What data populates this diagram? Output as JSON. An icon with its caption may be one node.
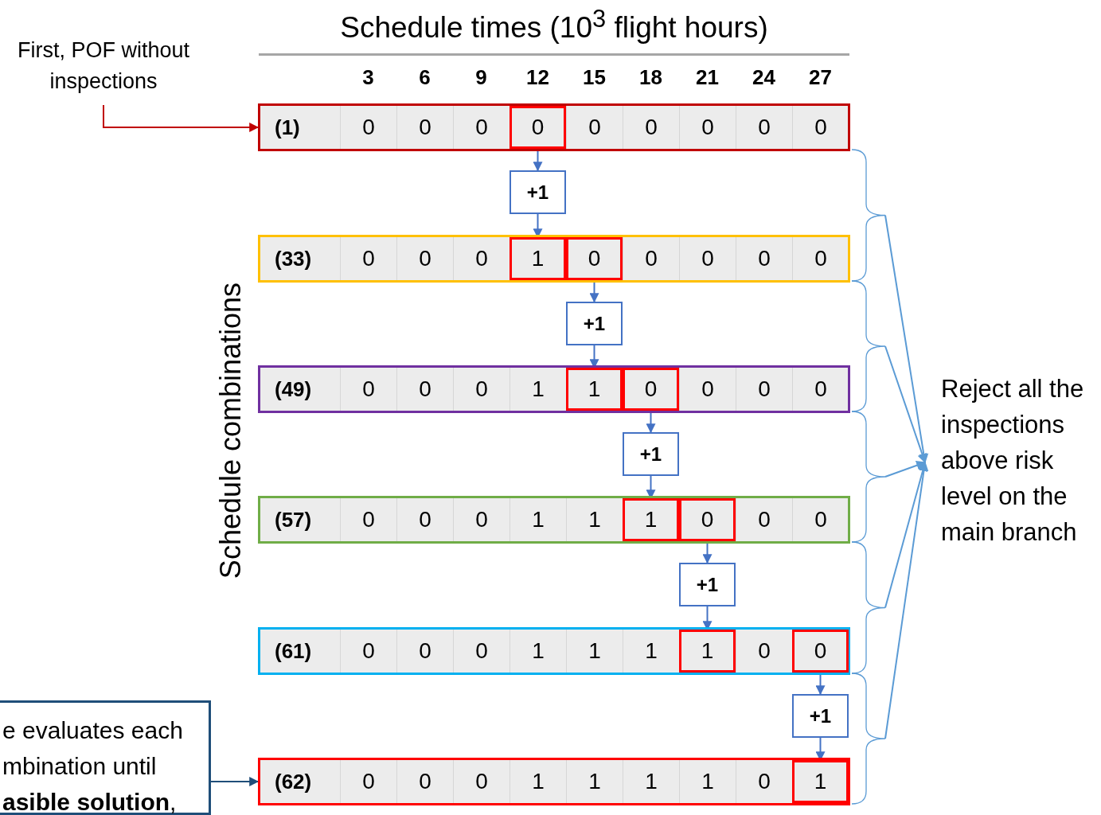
{
  "diagram": {
    "title": "Schedule times (10$^{3}$ flight hours)",
    "nodes": [
      {
        "text": [
          "First, POF without inspections"
        ]
      },
      {
        "text": [
          "(1)"
        ]
      },
      {
        "text": [
          "0"
        ],
        "in": 1
      },
      {
        "text": [
          "0"
        ],
        "in": 1
      },
      {
        "text": [
          "0"
        ],
        "in": 1
      },
      {
        "text": [
          "0"
        ],
        "in": 1
      },
      {
        "text": [
          "0"
        ],
        "in": 1
      },
      {
        "text": [
          "0"
        ],
        "in": 1
      },
      {
        "text": [
          "0"
        ],
        "in": 1
      },
      {
        "text": [
          "0"
        ],
        "in": 1
      },
      {
        "text": [
          "0"
        ],
        "in": 1
      },
      {
        "text": [
          "+1"
        ]
      },
      {
        "text": [
          "(33)"
        ]
      },
      {
        "text": [
          "0"
        ],
        "in": 12
      },
      {
        "text": [
          "0"
        ],
        "in": 12
      },
      {
        "text": [
          "0"
        ],
        "in": 12
      },
      {
        "text": [
          "1"
        ],
        "in": 12
      },
      {
        "text": [
          "0"
        ],
        "in": 12
      },
      {
        "text": [
          "0"
        ],
        "in": 12
      },
      {
        "text": [
          "0"
        ],
        "in": 12
      },
      {
        "text": [
          "0"
        ],
        "in": 12
      },
      {
        "text": [
          "0"
        ],
        "in": 12
      },
      {
        "text": [
          "+1"
        ]
      },
      {
        "text": [
          "(49)"
        ]
      },
      {
        "text": [
          "0"
        ],
        "in": 23
      },
      {
        "text": [
          "0"
        ],
        "in": 23
      },
      {
        "text": [
          "0"
        ],
        "in": 23
      },
      {
        "text": [
          "1"
        ],
        "in": 23
      },
      {
        "text": [
          "1"
        ],
        "in": 23
      },
      {
        "text": [
          "0"
        ],
        "in": 23
      },
      {
        "text": [
          "0"
        ],
        "in": 23
      },
      {
        "text": [
          "0"
        ],
        "in": 23
      },
      {
        "text": [
          "0"
        ],
        "in": 23
      },
      {
        "text": [
          "+1"
        ]
      },
      {
        "text": [
          "(57)"
        ]
      },
      {
        "text": [
          "0"
        ],
        "in": 34
      },
      {
        "text": [
          "0"
        ],
        "in": 34
      },
      {
        "text": [
          "0"
        ],
        "in": 34
      },
      {
        "text": [
          "1"
        ],
        "in": 34
      },
      {
        "text": [
          "1"
        ],
        "in": 34
      },
      {
        "text": [
          "1"
        ],
        "in": 34
      },
      {
        "text": [
          "0"
        ],
        "in": 34
      },
      {
        "text": [
          "0"
        ],
        "in": 34
      },
      {
        "text": [
          "0"
        ],
        "in": 34
      },
      {
        "text": [
          "+1"
        ]
      },
      {
        "text": [
          "(61)"
        ]
      },
      {
        "text": [
          "0"
        ],
        "in": 45
      },
      {
        "text": [
          "0"
        ],
        "in": 45
      },
      {
        "text": [
          "0"
        ],
        "in": 45
      },
      {
        "text": [
          "1"
        ],
        "in": 45
      },
      {
        "text": [
          "1"
        ],
        "in": 45
      },
      {
        "text": [
          "1"
        ],
        "in": 45
      },
      {
        "text": [
          "1"
        ],
        "in": 45
      },
      {
        "text": [
          "0"
        ],
        "in": 45
      },
      {
        "text": [
          "0"
        ],
        "in": 45
      },
      {
        "text": [
          "+1"
        ]
      },
      {
        "text": [
          "(62)"
        ]
      },
      {
        "text": [
          "0"
        ],
        "in": 56
      },
      {
        "text": [
          "0"
        ],
        "in": 56
      },
      {
        "text": [
          "0"
        ],
        "in": 56
      },
      {
        "text": [
          "1"
        ],
        "in": 56
      },
      {
        "text": [
          "1"
        ],
        "in": 56
      },
      {
        "text": [
          "1"
        ],
        "in": 56
      },
      {
        "text": [
          "1"
        ],
        "in": 56
      },
      {
        "text": [
          "0"
        ],
        "in": 56
      },
      {
        "text": [
          "1"
        ],
        "in": 56
      },
      {
        "text": [
          "Reject all the inspections above risk level on the main branch"
        ]
      },
      {
        "text": [
          "e evaluates each mbination until **asible solution**,"
        ]
      },
      {
        "text": [],
        "shape": "brace"
      },
      {
        "text": [],
        "shape": "brace"
      },
      {
        "text": [],
        "shape": "brace"
      },
      {
        "text": [],
        "shape": "brace"
      },
      {
        "text": [],
        "shape": "brace"
      }
    ],
    "edges": [
      {
        "from": 0,
        "to": 1,
        "arrow": "to",
        "color": "#c00000"
      },
      {
        "from": 5,
        "to": 11,
        "arrow": "to"
      },
      {
        "from": 11,
        "to": 16,
        "arrow": "to"
      },
      {
        "from": 17,
        "to": 22,
        "arrow": "to"
      },
      {
        "from": 22,
        "to": 28,
        "arrow": "to"
      },
      {
        "from": 29,
        "to": 33,
        "arrow": "to"
      },
      {
        "from": 33,
        "to": 40,
        "arrow": "to"
      },
      {
        "from": 41,
        "to": 44,
        "arrow": "to"
      },
      {
        "from": 44,
        "to": 52,
        "arrow": "to"
      },
      {
        "from": 54,
        "to": 55,
        "arrow": "to"
      },
      {
        "from": 55,
        "to": 65,
        "arrow": "to"
      },
      {
        "from": 68,
        "to": 66,
        "arrow": "to",
        "color": "#5b9bd5"
      },
      {
        "from": 69,
        "to": 66,
        "arrow": "to",
        "color": "#5b9bd5"
      },
      {
        "from": 70,
        "to": 66,
        "arrow": "to",
        "color": "#5b9bd5"
      },
      {
        "from": 71,
        "to": 66,
        "arrow": "to",
        "color": "#5b9bd5"
      },
      {
        "from": 72,
        "to": 66,
        "arrow": "to",
        "color": "#5b9bd5"
      },
      {
        "from": 67,
        "to": 56,
        "arrow": "to",
        "color": "#1f4e79"
      }
    ],
    "labels": [
      "3",
      "6",
      "9",
      "12",
      "15",
      "18",
      "21",
      "24",
      "27",
      "Schedule combinations"
    ]
  }
}
